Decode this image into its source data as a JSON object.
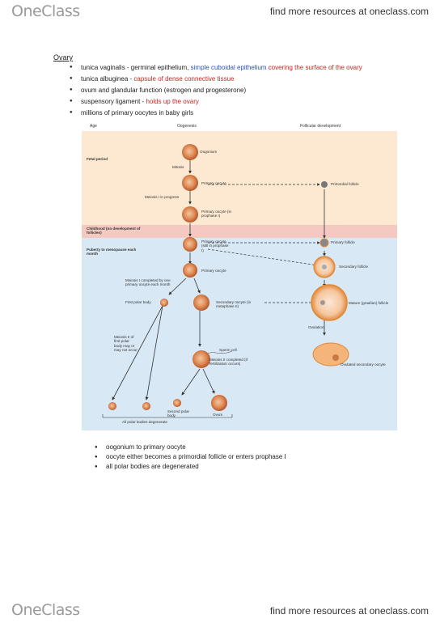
{
  "header": {
    "logo": "OneClass",
    "link": "find more resources at oneclass.com"
  },
  "footer": {
    "logo": "OneClass",
    "link": "find more resources at oneclass.com"
  },
  "section_title": "Ovary",
  "bullets": [
    {
      "a": "tunica vaginalis - germinal epithelium, ",
      "b": "simple cuboidal epithelium",
      "c": " covering the surface of the ovary"
    },
    {
      "a": "tunica albuginea - ",
      "c": "capsule of dense connective tissue"
    },
    {
      "a": "ovum and glandular function (estrogen and progesterone)"
    },
    {
      "a": "suspensory ligament - ",
      "c": "holds up the ovary"
    },
    {
      "a": "millions of primary oocytes in baby girls"
    }
  ],
  "figure": {
    "col_age": "Age",
    "col_oogenesis": "Oogenesis",
    "col_follicular": "Follicular development",
    "fetal_period": "Fetal period",
    "oogonium": "Oogonium",
    "mitosis": "Mitosis",
    "primary_oocyte": "Primary oocyte",
    "primordial_follicle": "Primordial follicle",
    "meiosis_progress": "Meiosis I in progress",
    "primary_prophase": "Primary oocyte (in prophase I)",
    "childhood": "Childhood (no development of follicles)",
    "puberty": "Puberty to menopause each month",
    "primary_still": "Primary oocyte (still in prophase I)",
    "primary_follicle": "Primary follicle",
    "secondary_follicle": "Secondary follicle",
    "primary_oocyte2": "Primary oocyte",
    "meiosis_completed": "Meiosis I completed by one primary oocyte each month",
    "first_polar": "First polar body",
    "secondary_oocyte": "Secondary oocyte (in metaphase II)",
    "mature_follicle": "Mature (graafian) follicle",
    "ovulation": "Ovulation",
    "meiosis2_first": "Meiosis II of first polar body may or may not occur",
    "sperm_cell": "Sperm cell",
    "meiosis2_completed": "Meiosis II completed (if fertilization occurs)",
    "ovulated": "Ovulated secondary oocyte",
    "second_polar": "Second polar body",
    "ovum": "Ovum",
    "all_degenerate": "All polar bodies degenerate"
  },
  "bullets2": [
    "oogonium to primary oocyte",
    "oocyte either becomes a primordial follicle or enters prophase I",
    "all polar bodies are degenerated"
  ]
}
